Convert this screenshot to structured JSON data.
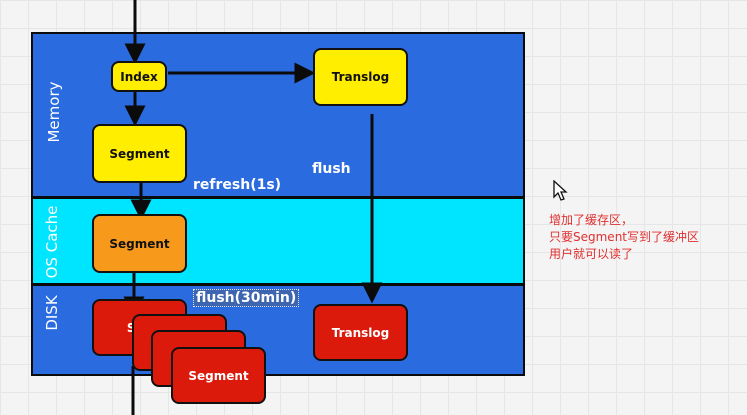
{
  "bands": {
    "memory": "Memory",
    "os_cache": "OS Cache",
    "disk": "DISK"
  },
  "nodes": {
    "index": "Index",
    "translog_memory": "Translog",
    "segment_memory": "Segment",
    "segment_cache": "Segment",
    "segment_disk_back": "Seg",
    "segment_disk_front": "Segment",
    "translog_disk": "Translog"
  },
  "labels": {
    "refresh": "refresh(1s)",
    "flush": "flush",
    "flush_30": "flush(30min)"
  },
  "note": {
    "line1": "增加了缓存区，",
    "line2": "只要Segment写到了缓冲区",
    "line3": "用户就可以读了"
  },
  "colors": {
    "memory_band": "#2a6be0",
    "os_cache_band": "#00e5ff",
    "disk_band": "#2a6be0",
    "yellow": "#ffee00",
    "orange": "#f79a1c",
    "red": "#dc1a0c"
  }
}
